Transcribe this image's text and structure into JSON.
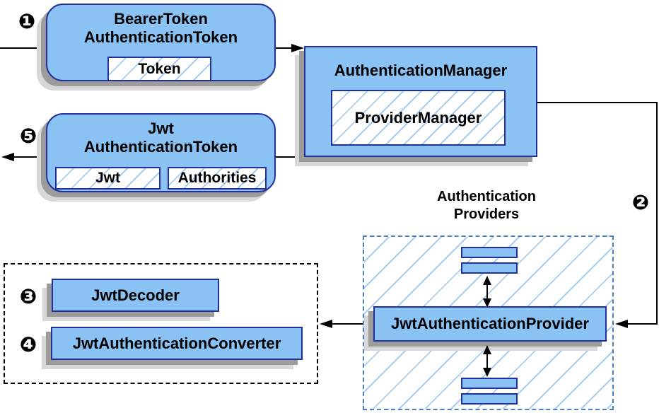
{
  "nodes": {
    "bearer_token": {
      "line1": "BearerToken",
      "line2": "AuthenticationToken",
      "chip": "Token"
    },
    "auth_manager": {
      "title": "AuthenticationManager",
      "chip": "ProviderManager"
    },
    "jwt_token": {
      "line1": "Jwt",
      "line2": "AuthenticationToken",
      "chip_jwt": "Jwt",
      "chip_authorities": "Authorities"
    },
    "providers_group": {
      "label_line1": "Authentication",
      "label_line2": "Providers"
    },
    "jwt_provider": {
      "title": "JwtAuthenticationProvider"
    },
    "jwt_decoder": {
      "title": "JwtDecoder"
    },
    "jwt_converter": {
      "title": "JwtAuthenticationConverter"
    }
  },
  "steps": {
    "s1": "❶",
    "s2": "❷",
    "s3": "❸",
    "s4": "❹",
    "s5": "❺"
  },
  "colors": {
    "node_fill": "#8ac2f3",
    "node_border": "#22309b",
    "hatch_line": "#a9cdf0",
    "providers_dash_border": "#4a7ec0",
    "outer_dash_border": "#000000",
    "shadow_dark": "#9c9c9c",
    "shadow_light": "#d8d8d8",
    "connector": "#000000",
    "background": "#ffffff",
    "text": "#000000"
  }
}
